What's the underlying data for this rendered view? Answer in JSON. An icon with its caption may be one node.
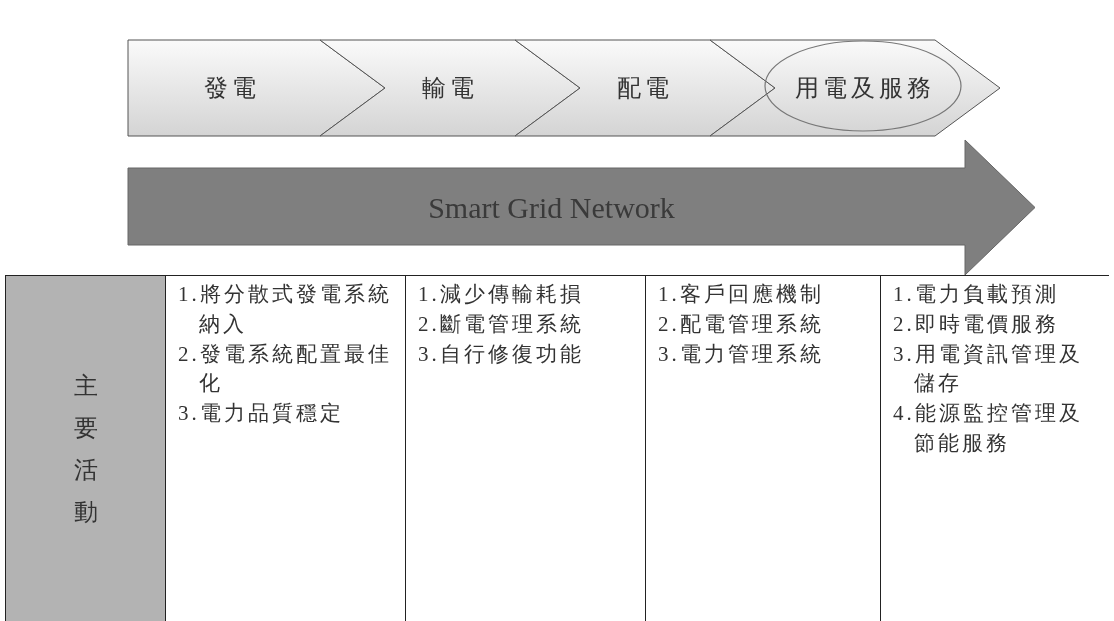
{
  "diagram": {
    "nodes": [
      {
        "text": [
          "發電"
        ]
      },
      {
        "text": [
          "輸電"
        ]
      },
      {
        "text": [
          "配電"
        ]
      },
      {
        "text": [
          "用電及服務"
        ]
      },
      {
        "text": [
          "Smart Grid Network"
        ]
      }
    ],
    "labels": [
      "主要活動",
      "1.將分散式發電系統納入",
      "2.發電系統配置最佳化",
      "3.電力品質穩定",
      "1.減少傳輸耗損",
      "2.斷電管理系統",
      "3.自行修復功能",
      "1.客戶回應機制",
      "2.配電管理系統",
      "3.電力管理系統",
      "1.電力負載預測",
      "2.即時電價服務",
      "3.用電資訊管理及儲存",
      "4.能源監控管理及節能服務"
    ]
  }
}
